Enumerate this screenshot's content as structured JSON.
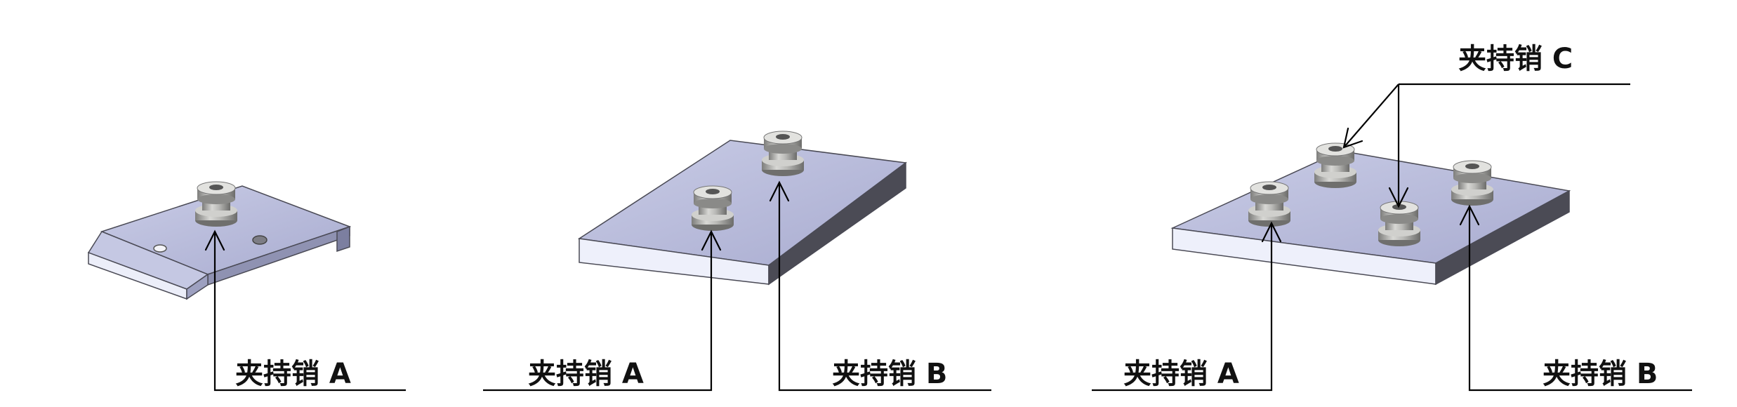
{
  "figure": {
    "panels": [
      {
        "id": "single-pin-plate",
        "labels": [
          "夹持销 A"
        ]
      },
      {
        "id": "two-pin-plate",
        "labels": [
          "夹持销 A",
          "夹持销 B"
        ]
      },
      {
        "id": "three-pin-plate",
        "labels": [
          "夹持销 A",
          "夹持销 B",
          "夹持销 C"
        ]
      }
    ]
  },
  "colors": {
    "plate_top": "#b8bbd8",
    "plate_side_light": "#eef0fb",
    "plate_side_dark": "#4b4b55",
    "pin_body": "#9a9a98",
    "line": "#000000"
  }
}
